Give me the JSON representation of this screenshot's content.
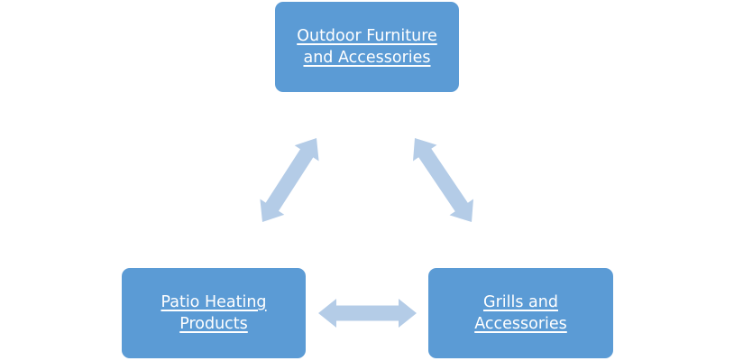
{
  "diagram": {
    "type": "cycle",
    "colors": {
      "node_fill": "#5b9bd5",
      "node_text": "#ffffff",
      "arrow_fill": "#b4cce7"
    },
    "nodes": [
      {
        "id": "top",
        "label_line1": "Outdoor Furniture",
        "label_line2": "and Accessories"
      },
      {
        "id": "left",
        "label_line1": "Patio Heating",
        "label_line2": "Products"
      },
      {
        "id": "right",
        "label_line1": "Grills and",
        "label_line2": "Accessories"
      }
    ],
    "edges": [
      {
        "from": "left",
        "to": "top",
        "style": "double-arrow"
      },
      {
        "from": "top",
        "to": "right",
        "style": "double-arrow"
      },
      {
        "from": "left",
        "to": "right",
        "style": "double-arrow"
      }
    ]
  }
}
